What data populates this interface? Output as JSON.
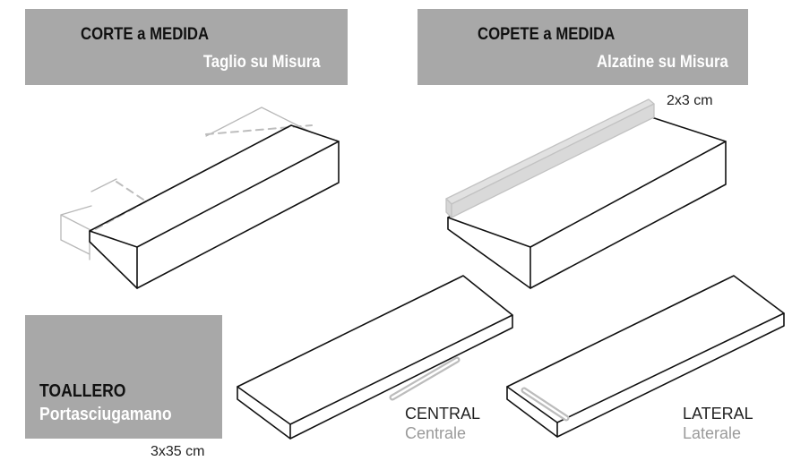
{
  "panels": {
    "corte": {
      "title": "CORTE a MEDIDA",
      "subtitle": "Taglio su Misura"
    },
    "copete": {
      "title": "COPETE a MEDIDA",
      "subtitle": "Alzatine su Misura"
    },
    "toallero": {
      "title": "TOALLERO",
      "subtitle": "Portasciugamano"
    }
  },
  "labels": {
    "copete_size": "2x3 cm",
    "toallero_size": "3x35 cm",
    "central": "CENTRAL",
    "central_it": "Centrale",
    "lateral": "LATERAL",
    "lateral_it": "Laterale"
  },
  "colors": {
    "panel": "#a8a8a8",
    "title": "#111111",
    "subtitle": "#ffffff",
    "secondary_text": "#9a9a9a"
  }
}
